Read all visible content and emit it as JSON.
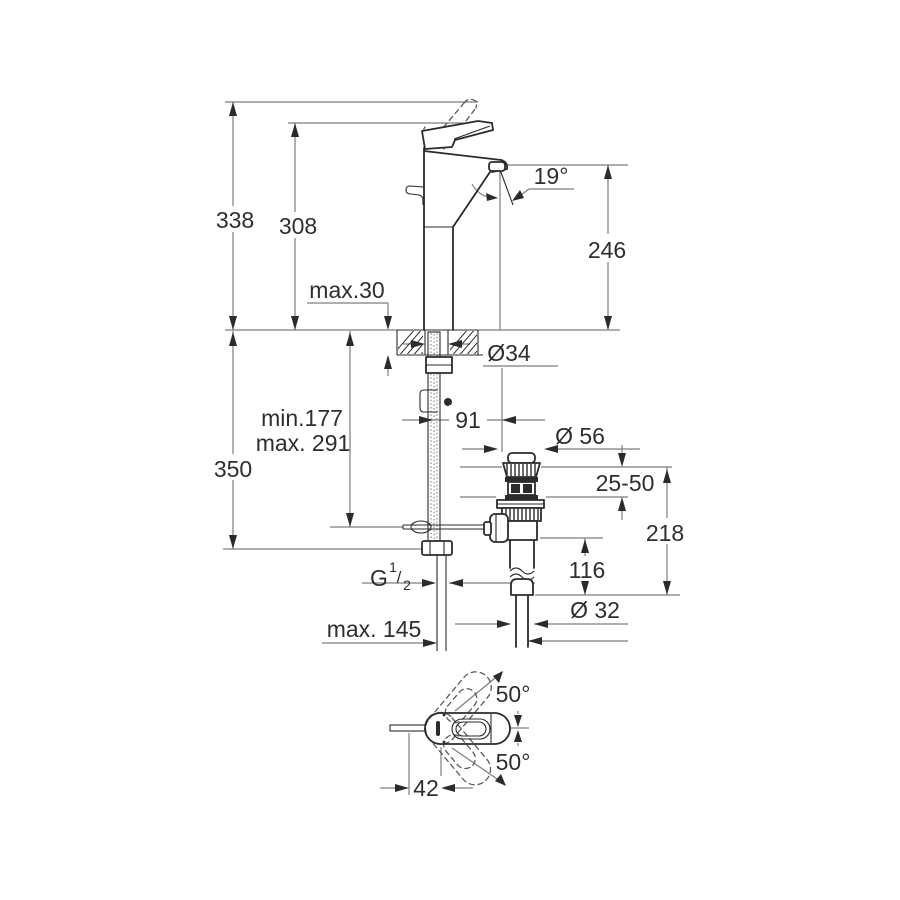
{
  "diagram": {
    "kind": "faucet-installation-dimension-drawing",
    "colors": {
      "background": "#ffffff",
      "object_line": "#2b2b2b",
      "dimension_line": "#7d7d7d",
      "text": "#2e2e2e"
    },
    "labels": {
      "total_height": "338",
      "height_to_spout_body": "308",
      "deck_max_thickness": "max.30",
      "spout_to_deck": "246",
      "spray_angle": "19°",
      "hole_diameter": "Ø34",
      "center_distance": "91",
      "rod_min": "min.177",
      "rod_max": "max. 291",
      "below_deck_height": "350",
      "waste_top_diameter": "Ø 56",
      "waste_deck_range": "25-50",
      "waste_height": "218",
      "waste_lower_height": "116",
      "thread_base": "G",
      "thread_sup": "1",
      "thread_slash": "/",
      "thread_sub": "2",
      "hose_max_length": "max. 145",
      "waste_pipe_diameter": "Ø 32",
      "handle_swivel_up": "50°",
      "handle_swivel_down": "50°",
      "handle_offset": "42"
    }
  }
}
